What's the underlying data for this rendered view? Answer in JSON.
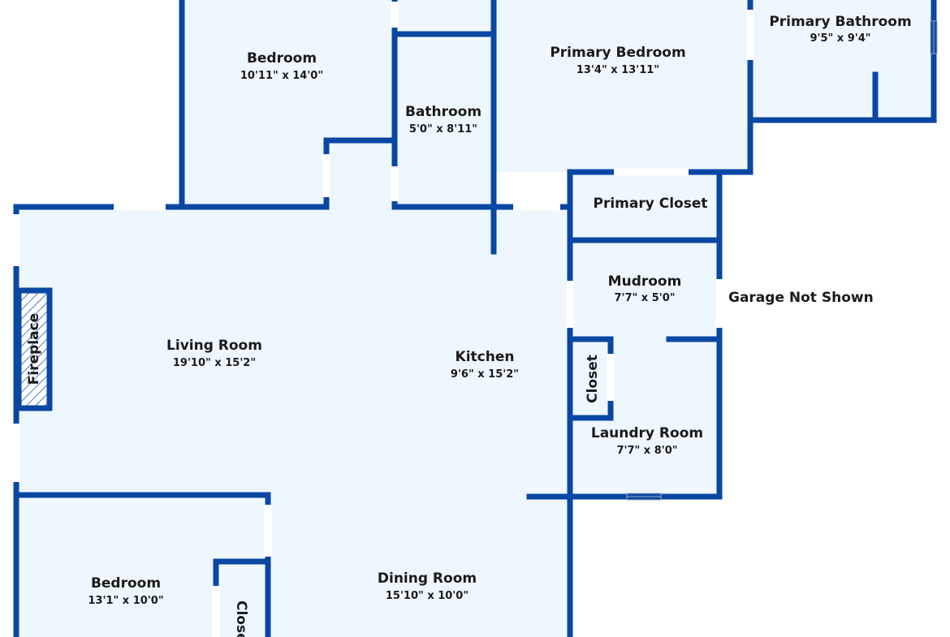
{
  "colors": {
    "wall": "#0a47a3",
    "floor": "#eef7fd",
    "text": "#1a1a1a",
    "fireplace_hatch": "#4a7fc8"
  },
  "rooms": {
    "bedroom_north": {
      "name": "Bedroom",
      "dims": "10'11\" x 14'0\""
    },
    "bathroom": {
      "name": "Bathroom",
      "dims": "5'0\" x 8'11\""
    },
    "primary_bedroom": {
      "name": "Primary Bedroom",
      "dims": "13'4\" x 13'11\""
    },
    "primary_bathroom": {
      "name": "Primary Bathroom",
      "dims": "9'5\" x 9'4\""
    },
    "primary_closet": {
      "name": "Primary Closet"
    },
    "mudroom": {
      "name": "Mudroom",
      "dims": "7'7\" x 5'0\""
    },
    "living_room": {
      "name": "Living Room",
      "dims": "19'10\" x 15'2\""
    },
    "kitchen": {
      "name": "Kitchen",
      "dims": "9'6\" x 15'2\""
    },
    "laundry_room": {
      "name": "Laundry Room",
      "dims": "7'7\" x 8'0\""
    },
    "closet_laundry": {
      "name": "Closet"
    },
    "fireplace": {
      "name": "Fireplace"
    },
    "bedroom_south": {
      "name": "Bedroom",
      "dims": "13'1\" x 10'0\""
    },
    "dining_room": {
      "name": "Dining Room",
      "dims": "15'10\" x 10'0\""
    },
    "closet_bedroom": {
      "name": "Closet"
    }
  },
  "notes": {
    "garage": "Garage Not Shown"
  }
}
